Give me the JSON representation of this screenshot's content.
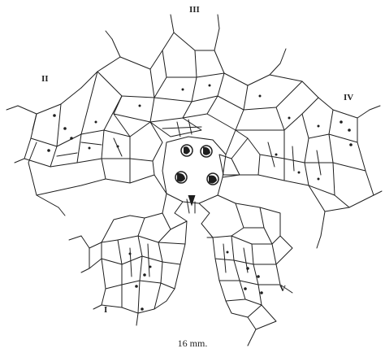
{
  "figure": {
    "labels": {
      "ray_1": "I",
      "ray_2": "II",
      "ray_3": "III",
      "ray_4": "IV",
      "ray_5": "V"
    },
    "caption": "16 mm."
  },
  "colors": {
    "line": "#1e1e1e",
    "background": "#ffffff"
  }
}
